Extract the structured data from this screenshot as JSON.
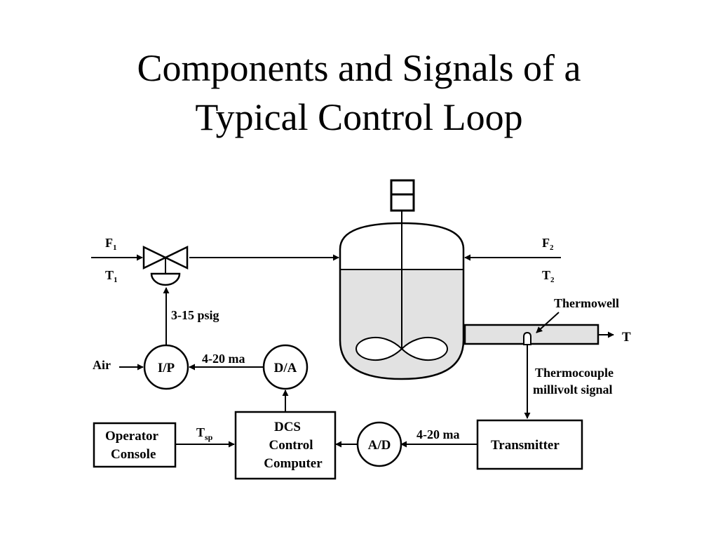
{
  "title": {
    "line1": "Components and Signals of a",
    "line2": "Typical Control Loop"
  },
  "diagram": {
    "inlet_flow": {
      "flow": "F",
      "flow_sub": "1",
      "temp": "T",
      "temp_sub": "1"
    },
    "recycle_flow": {
      "flow": "F",
      "flow_sub": "2",
      "temp": "T",
      "temp_sub": "2"
    },
    "thermowell_label": "Thermowell",
    "outlet_label": "T",
    "pressure_signal": "3-15 psig",
    "air_label": "Air",
    "ip_label": "I/P",
    "da_label": "D/A",
    "ad_label": "A/D",
    "current_signal_top": "4-20 ma",
    "current_signal_bottom": "4-20 ma",
    "thermocouple_signal": {
      "line1": "Thermocouple",
      "line2": "millivolt signal"
    },
    "transmitter_label": "Transmitter",
    "dcs_label": {
      "line1": "DCS",
      "line2": "Control",
      "line3": "Computer"
    },
    "operator_label": {
      "line1": "Operator",
      "line2": "Console"
    },
    "setpoint": {
      "main": "T",
      "sub": "sp"
    }
  }
}
